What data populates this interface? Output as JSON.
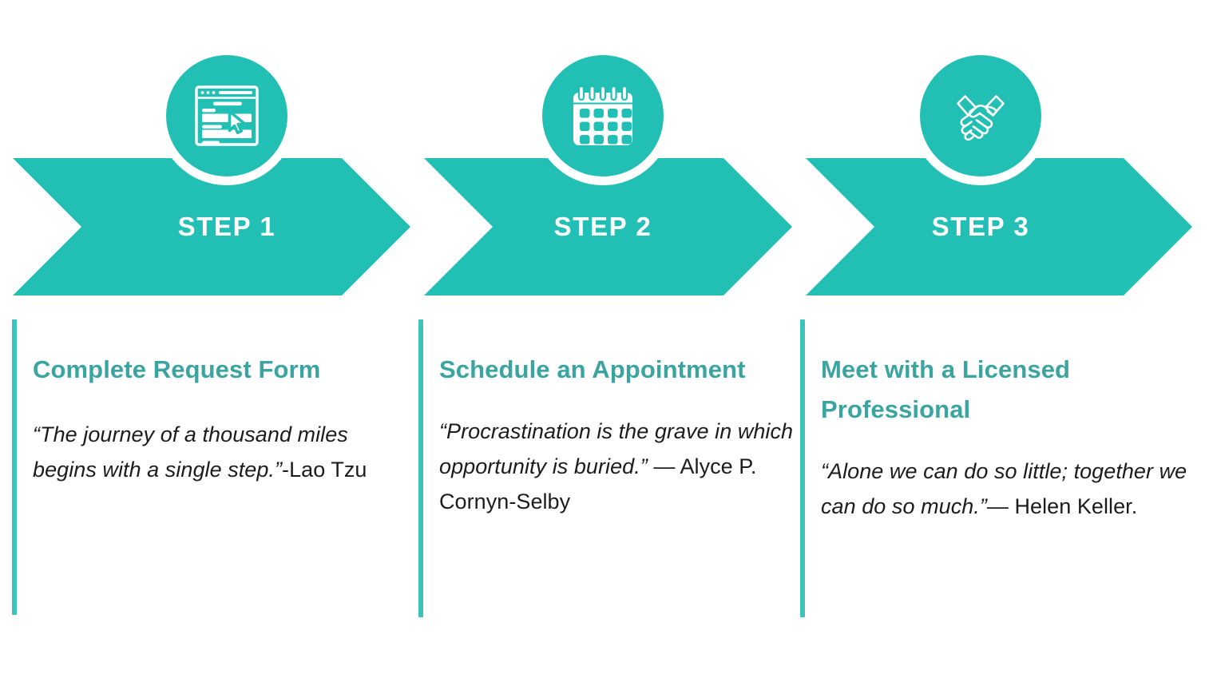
{
  "theme": {
    "teal": "#22BFB5",
    "accent_bar": "#3CC3BB",
    "heading_teal": "#3AA5A0",
    "step_label_color": "#FFFFFF",
    "background": "#FFFFFF",
    "quote_color": "#1C1C1C"
  },
  "graphic": {
    "type": "three-step-process-chevron",
    "steps": [
      {
        "step_label": "STEP 1",
        "icon_name": "web-form-icon",
        "heading": "Complete Request Form",
        "quote_text": "“The journey of a thousand miles begins with a single step.”",
        "quote_attribution": "-Lao Tzu"
      },
      {
        "step_label": "STEP 2",
        "icon_name": "calendar-icon",
        "heading": "Schedule an Appointment",
        "quote_text": "“Procrastination is the grave in which opportunity is buried.”",
        "quote_attribution": " — Alyce P. Cornyn-Selby"
      },
      {
        "step_label": "STEP 3",
        "icon_name": "handshake-icon",
        "heading": "Meet with a Licensed Professional",
        "quote_text": "“Alone we can do so little; together we can do so much.”",
        "quote_attribution": "— Helen Keller."
      }
    ]
  }
}
